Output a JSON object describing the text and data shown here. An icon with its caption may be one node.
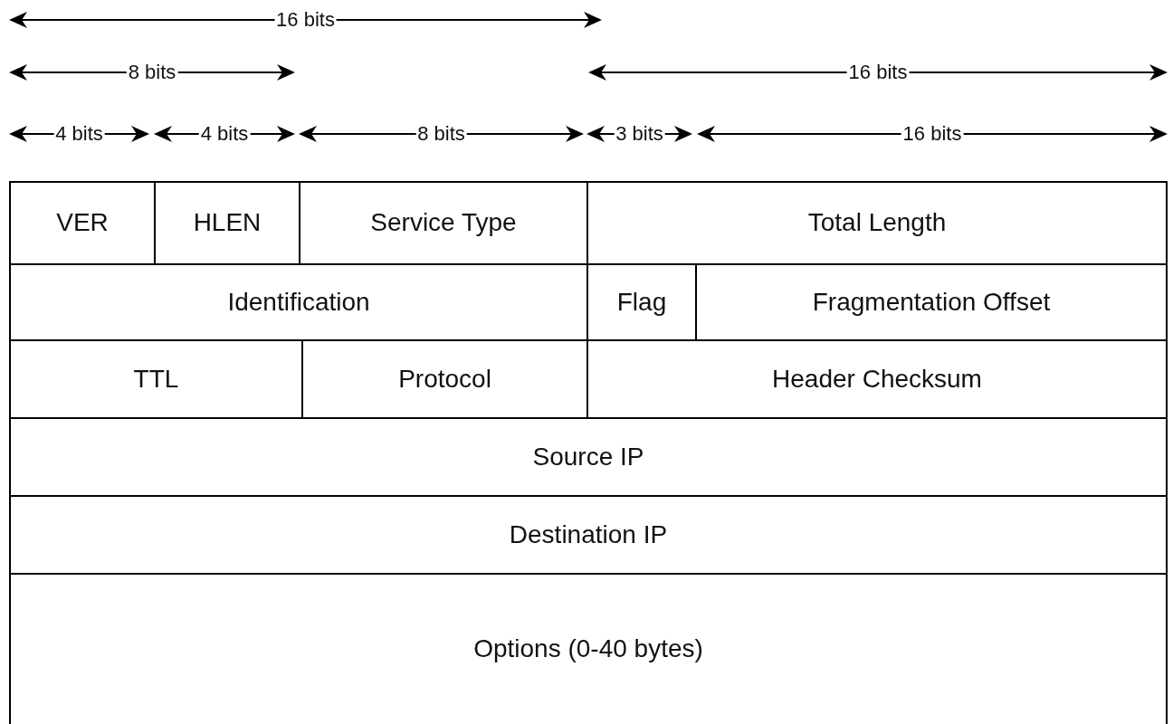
{
  "diagram": {
    "nodes": [
      {
        "text": [
          "VER"
        ]
      },
      {
        "text": [
          "HLEN"
        ]
      },
      {
        "text": [
          "Service Type"
        ]
      },
      {
        "text": [
          "Total Length"
        ]
      },
      {
        "text": [
          "Identification"
        ]
      },
      {
        "text": [
          "Flag"
        ]
      },
      {
        "text": [
          "Fragmentation Offset"
        ]
      },
      {
        "text": [
          "TTL"
        ]
      },
      {
        "text": [
          "Protocol"
        ]
      },
      {
        "text": [
          "Header Checksum"
        ]
      },
      {
        "text": [
          "Source IP"
        ]
      },
      {
        "text": [
          "Destination IP"
        ]
      },
      {
        "text": [
          "Options (0-40 bytes)"
        ]
      }
    ],
    "labels": [
      "16 bits",
      "8 bits",
      "16 bits",
      "4 bits",
      "4 bits",
      "8 bits",
      "3 bits",
      "16 bits"
    ]
  }
}
